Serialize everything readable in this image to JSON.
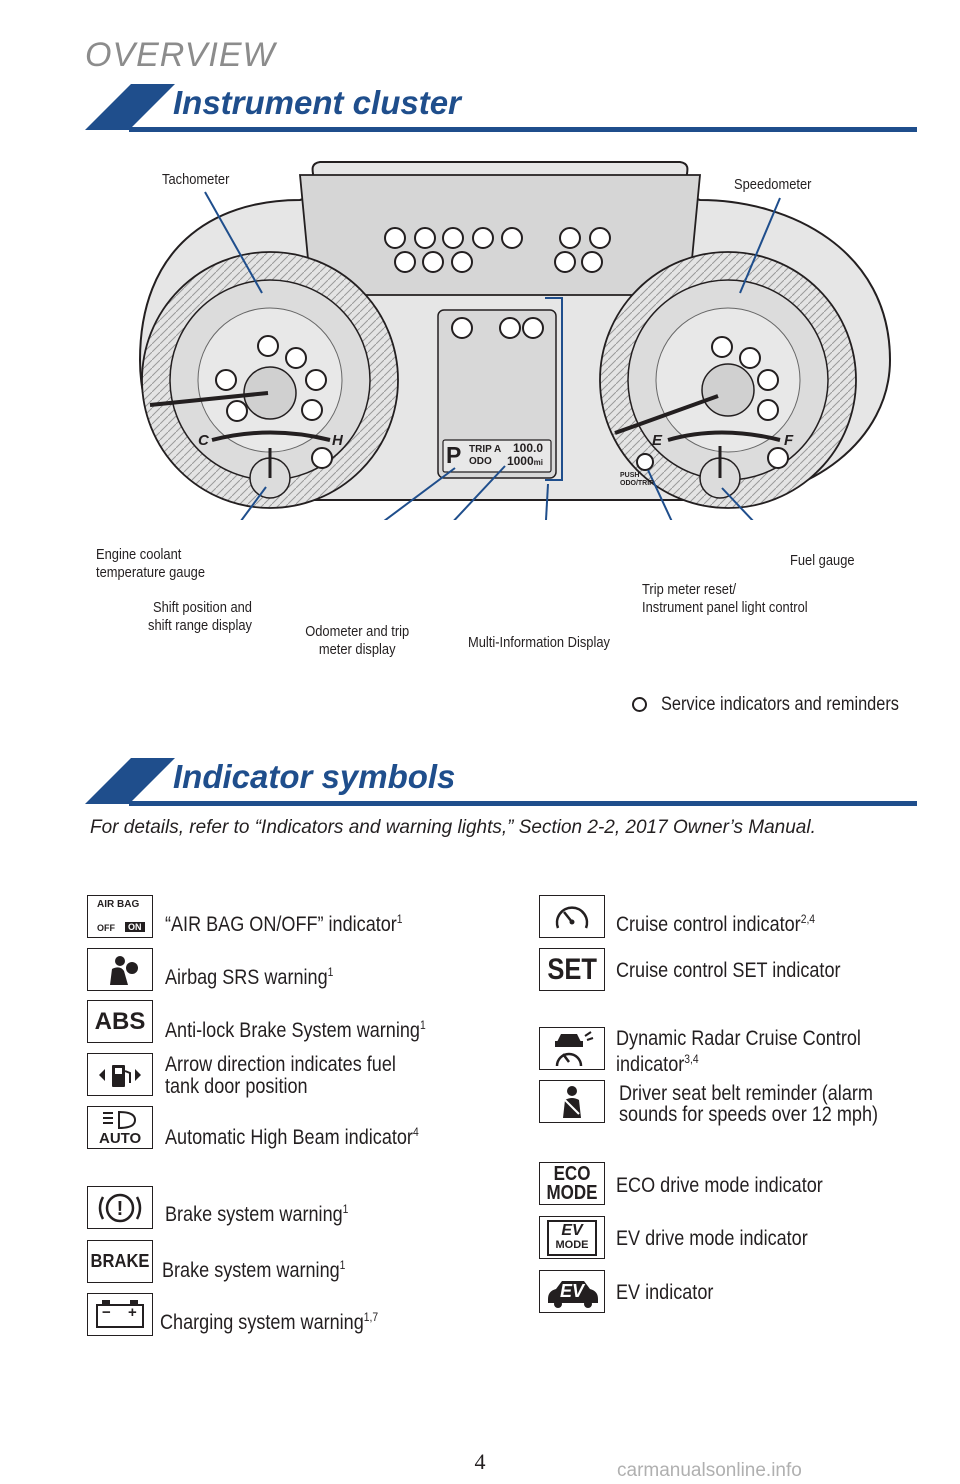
{
  "header": {
    "overview": "OVERVIEW"
  },
  "sections": {
    "cluster_title": "Instrument cluster",
    "indicators_title": "Indicator symbols"
  },
  "cluster": {
    "callouts": {
      "tachometer": "Tachometer",
      "speedometer": "Speedometer",
      "engine_coolant": [
        "Engine coolant",
        "temperature gauge"
      ],
      "shift_position": [
        "Shift position and",
        "shift range display"
      ],
      "odometer": [
        "Odometer and trip",
        "meter display"
      ],
      "mid": "Multi-Information Display",
      "trip_reset": [
        "Trip meter reset/",
        "Instrument panel light control"
      ],
      "fuel_gauge": "Fuel gauge"
    },
    "display": {
      "gear": "P",
      "trip_label": "TRIP A",
      "odo_label": "ODO",
      "trip_value": "100.0",
      "odo_value": "1000",
      "odo_unit": "mi"
    },
    "gauge_letters": {
      "cold": "C",
      "hot": "H",
      "empty": "E",
      "full": "F"
    },
    "knob_text": [
      "PUSH",
      "ODO/TRIP"
    ],
    "legend": "Service indicators and reminders"
  },
  "note": "For details, refer to “Indicators and warning lights,” Section 2-2, 2017 Owner’s Manual.",
  "indicators_left": [
    {
      "icon": "airbag-on-off-icon",
      "box": [
        "AIR BAG",
        "OFF",
        "ON"
      ],
      "label": "“AIR BAG ON/OFF” indicator",
      "sup": "1"
    },
    {
      "icon": "airbag-srs-icon",
      "label": "Airbag SRS warning",
      "sup": "1"
    },
    {
      "icon": "abs-icon",
      "box": [
        "ABS"
      ],
      "label": "Anti-lock Brake System warning",
      "sup": "1"
    },
    {
      "icon": "fuel-door-icon",
      "label": [
        "Arrow direction indicates fuel",
        "tank door position"
      ],
      "sup": ""
    },
    {
      "icon": "auto-high-beam-icon",
      "box": [
        "AUTO"
      ],
      "label": "Automatic High Beam indicator",
      "sup": "4"
    },
    {
      "icon": "brake-circle-icon",
      "box": [
        "!"
      ],
      "label": "Brake system warning",
      "sup": "1"
    },
    {
      "icon": "brake-text-icon",
      "box": [
        "BRAKE"
      ],
      "label": "Brake system warning",
      "sup": "1"
    },
    {
      "icon": "battery-icon",
      "box": [
        "−",
        "+"
      ],
      "label": "Charging system warning",
      "sup": "1,7"
    }
  ],
  "indicators_right": [
    {
      "icon": "cruise-control-icon",
      "label": "Cruise control indicator",
      "sup": "2,4"
    },
    {
      "icon": "cruise-set-icon",
      "box": [
        "SET"
      ],
      "label": "Cruise control SET indicator",
      "sup": ""
    },
    {
      "icon": "radar-cruise-icon",
      "label": [
        "Dynamic Radar Cruise Control",
        "indicator"
      ],
      "sup": "3,4"
    },
    {
      "icon": "seatbelt-icon",
      "label": [
        "Driver seat belt reminder (alarm",
        "sounds for speeds over 12 mph)"
      ],
      "sup": ""
    },
    {
      "icon": "eco-mode-icon",
      "box": [
        "ECO",
        "MODE"
      ],
      "label": "ECO drive mode indicator",
      "sup": ""
    },
    {
      "icon": "ev-mode-icon",
      "box": [
        "EV",
        "MODE"
      ],
      "label": "EV drive mode indicator",
      "sup": ""
    },
    {
      "icon": "ev-indicator-icon",
      "box": [
        "EV"
      ],
      "label": "EV indicator",
      "sup": ""
    }
  ],
  "footer": {
    "page_number": "4",
    "watermark": "carmanualsonline.info"
  }
}
